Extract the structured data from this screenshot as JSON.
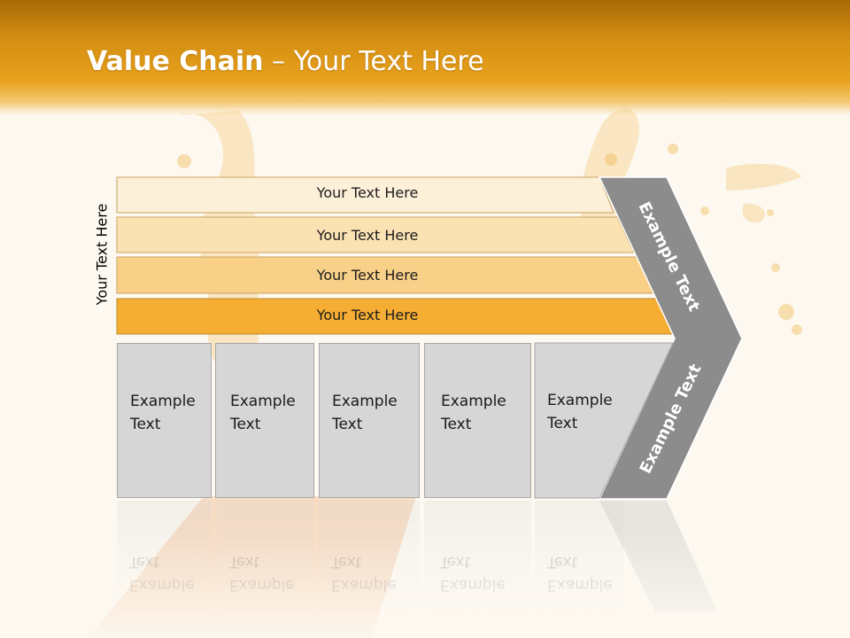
{
  "title": {
    "bold": "Value Chain",
    "rest": " – Your Text Here"
  },
  "side_label": "Your Text Here",
  "bands": [
    {
      "label": "Your Text Here",
      "color": "#fdf0d8"
    },
    {
      "label": "Your Text Here",
      "color": "#fbe2b2"
    },
    {
      "label": "Your Text Here",
      "color": "#f9d088"
    },
    {
      "label": "Your Text Here",
      "color": "#f5ae33"
    }
  ],
  "chevron": {
    "upper_label": "Example Text",
    "lower_label": "Example Text",
    "color": "#8c8c8c"
  },
  "boxes": [
    {
      "line1": "Example",
      "line2": "Text"
    },
    {
      "line1": "Example",
      "line2": "Text"
    },
    {
      "line1": "Example",
      "line2": "Text"
    },
    {
      "line1": "Example",
      "line2": "Text"
    },
    {
      "line1": "Example",
      "line2": "Text"
    }
  ],
  "colors": {
    "header": "#e9a21e",
    "background": "#fdf9f1",
    "box": "#d6d6d6"
  }
}
